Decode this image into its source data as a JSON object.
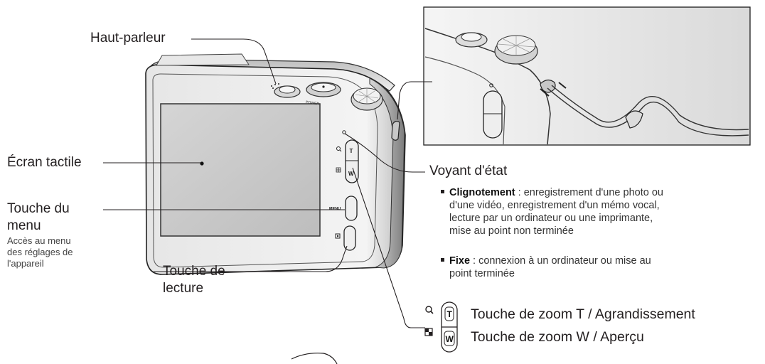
{
  "labels": {
    "speaker": "Haut-parleur",
    "touch_screen": "Écran tactile",
    "menu_button_line1": "Touche du",
    "menu_button_line2": "menu",
    "menu_desc_line1": "Accès au menu",
    "menu_desc_line2": "des réglages de",
    "menu_desc_line3": "l'appareil",
    "playback_line1": "Touche de",
    "playback_line2": "lecture",
    "status_lamp": "Voyant d'état",
    "zoom_t": "Touche de zoom T / Agrandissement",
    "zoom_w": "Touche de zoom W / Aperçu"
  },
  "status_bullets": {
    "blinking_term": "Clignotement",
    "blinking_lines": [
      " : enregistrement d'une photo ou",
      "d'une vidéo, enregistrement d'un mémo vocal,",
      "lecture par un ordinateur ou une imprimante,",
      "mise au point non terminée"
    ],
    "steady_term": "Fixe",
    "steady_lines": [
      " : connexion à un ordinateur ou mise au",
      "point terminée"
    ]
  },
  "camera_marks": {
    "menu": "MENU",
    "power": "POWER",
    "zoom_t": "T",
    "zoom_w": "W"
  },
  "icons": [
    "magnifier-icon",
    "thumbnail-grid-icon",
    "playback-icon"
  ]
}
